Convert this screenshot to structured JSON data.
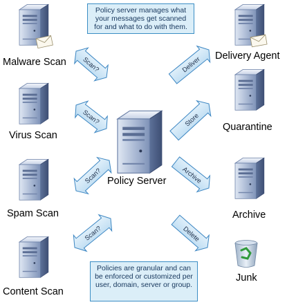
{
  "top_note": "Policy server manages what your messages get scanned for and what to do with them.",
  "bottom_note": "Policies are granular and can be enforced or customized per user, domain, server or group.",
  "center": {
    "label": "Policy Server"
  },
  "scanners": [
    {
      "label": "Malware Scan",
      "arrow_label": "Scan?"
    },
    {
      "label": "Virus Scan",
      "arrow_label": "Scan?"
    },
    {
      "label": "Spam Scan",
      "arrow_label": "Scan?"
    },
    {
      "label": "Content Scan",
      "arrow_label": "Scan?"
    }
  ],
  "actions": [
    {
      "label": "Delivery Agent",
      "arrow_label": "Deliver"
    },
    {
      "label": "Quarantine",
      "arrow_label": "Store"
    },
    {
      "label": "Archive",
      "arrow_label": "Archive"
    },
    {
      "label": "Junk",
      "arrow_label": "Delete"
    }
  ],
  "colors": {
    "arrow_fill": "#cde6f6",
    "arrow_stroke": "#3c86c2",
    "note_fill": "#dbeef8",
    "server_body": "#8ea4c6",
    "server_dark": "#59709c"
  }
}
